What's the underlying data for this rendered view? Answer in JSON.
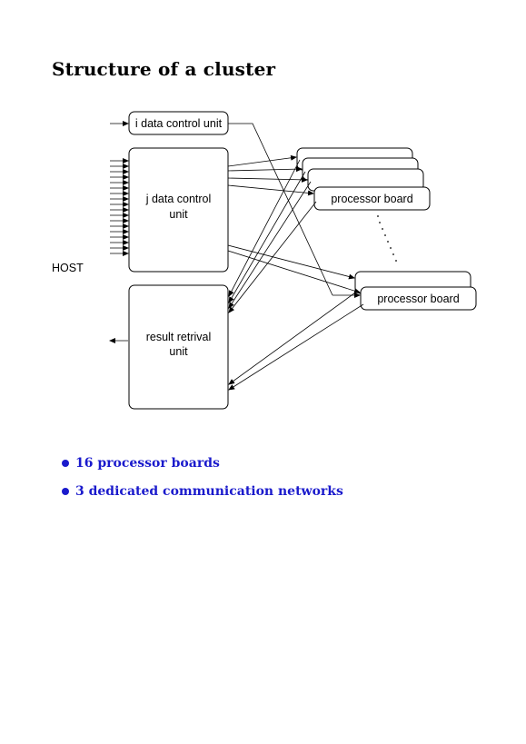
{
  "title": "Structure of a cluster",
  "diagram": {
    "i_unit_label": "i data control unit",
    "j_unit_label_line1": "j data control",
    "j_unit_label_line2": "unit",
    "result_unit_label_line1": "result retrival",
    "result_unit_label_line2": "unit",
    "host_label": "HOST",
    "processor_label": "processor board"
  },
  "bullets": [
    "16 processor boards",
    "3 dedicated communication networks"
  ]
}
